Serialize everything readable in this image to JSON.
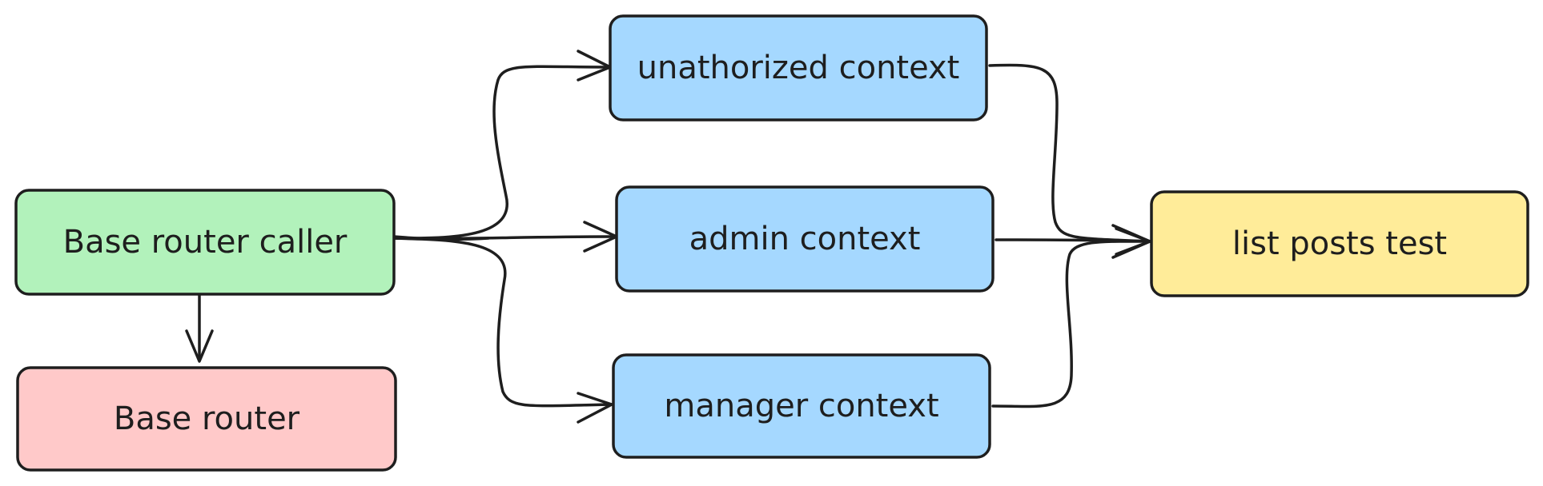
{
  "nodes": {
    "base_router_caller": {
      "label": "Base router caller",
      "fill": "#b2f2bb"
    },
    "base_router": {
      "label": "Base router",
      "fill": "#ffc9c9"
    },
    "unauthorized_context": {
      "label": "unathorized context",
      "fill": "#a5d8ff"
    },
    "admin_context": {
      "label": "admin context",
      "fill": "#a5d8ff"
    },
    "manager_context": {
      "label": "manager context",
      "fill": "#a5d8ff"
    },
    "list_posts_test": {
      "label": "list posts test",
      "fill": "#ffec99"
    }
  },
  "stroke_color": "#1e1e1e"
}
